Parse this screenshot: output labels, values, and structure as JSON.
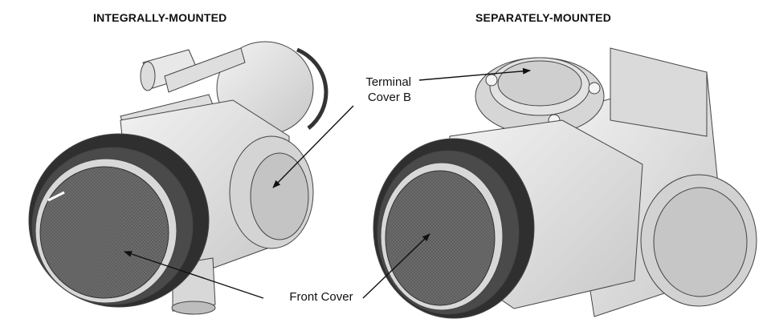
{
  "headings": {
    "integral": "INTEGRALLY-MOUNTED",
    "separate": "SEPARATELY-MOUNTED"
  },
  "callouts": {
    "terminal_line1": "Terminal",
    "terminal_line2": "Cover B",
    "front_cover": "Front Cover"
  },
  "colors": {
    "body": "#e6e6e6",
    "shade": "#bdbdbd",
    "ring_dark": "#3a3a3a",
    "lens": "#6b6b6b",
    "line": "#222222"
  }
}
